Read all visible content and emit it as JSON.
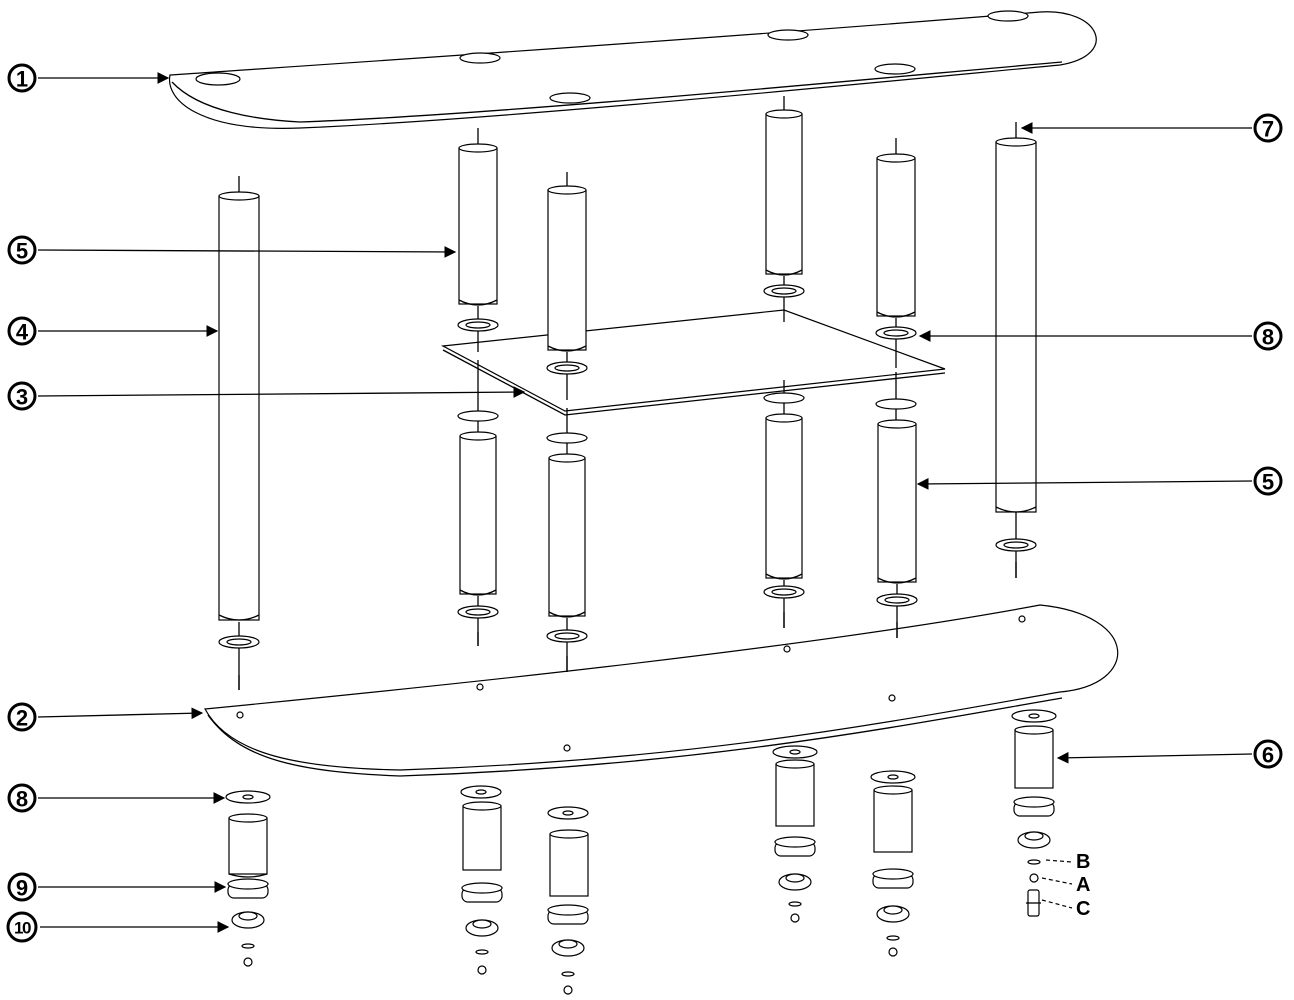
{
  "callouts": {
    "c1": "1",
    "c2": "2",
    "c3": "3",
    "c4": "4",
    "c5a": "5",
    "c5b": "5",
    "c6": "6",
    "c7": "7",
    "c8a": "8",
    "c8b": "8",
    "c9": "9",
    "c10": "10"
  },
  "letters": {
    "B": "B",
    "A": "A",
    "C": "C"
  }
}
